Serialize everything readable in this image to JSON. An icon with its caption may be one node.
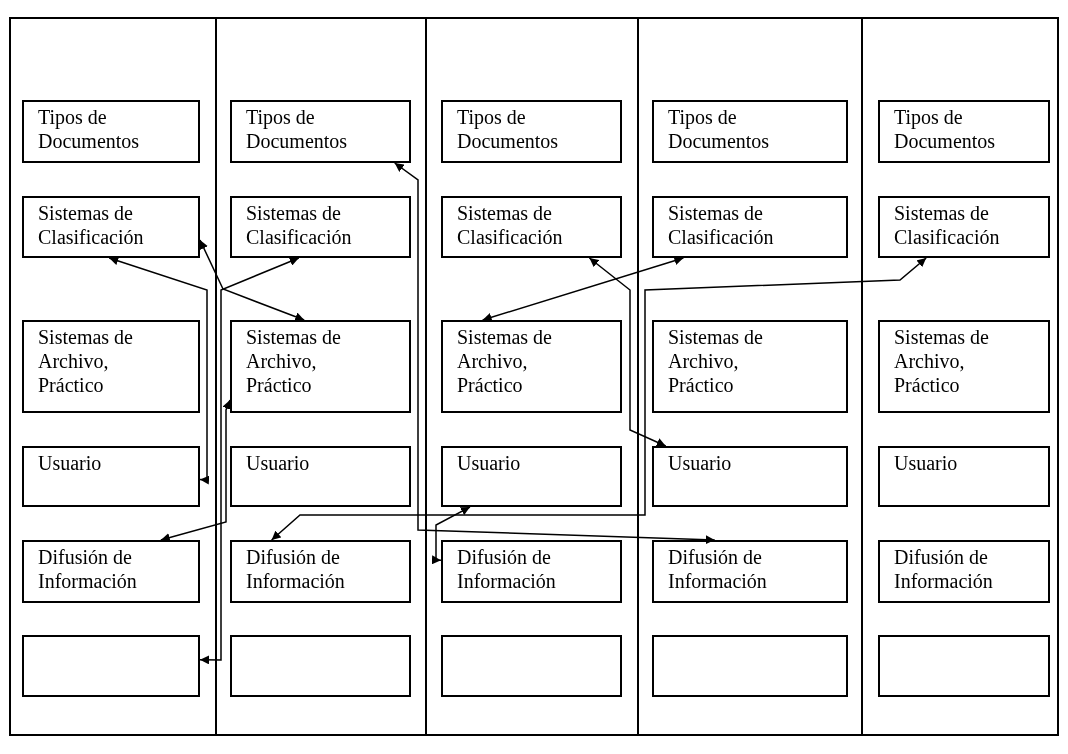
{
  "diagram": {
    "nodes": [
      {
        "text": [
          "Tipos de Documentos"
        ]
      },
      {
        "text": [
          "Sistemas de Clasificación"
        ]
      },
      {
        "text": [
          "Sistemas de Archivo, Práctico"
        ]
      },
      {
        "text": [
          "Usuario"
        ]
      },
      {
        "text": [
          "Difusión de Información"
        ]
      },
      {
        "text": [],
        "shape": "box"
      },
      {
        "text": [
          "Tipos de Documentos"
        ]
      },
      {
        "text": [
          "Sistemas de Clasificación"
        ]
      },
      {
        "text": [
          "Sistemas de Archivo, Práctico"
        ]
      },
      {
        "text": [
          "Usuario"
        ]
      },
      {
        "text": [
          "Difusión de Información"
        ]
      },
      {
        "text": [],
        "shape": "box"
      },
      {
        "text": [
          "Tipos de Documentos"
        ]
      },
      {
        "text": [
          "Sistemas de Clasificación"
        ]
      },
      {
        "text": [
          "Sistemas de Archivo, Práctico"
        ]
      },
      {
        "text": [
          "Usuario"
        ]
      },
      {
        "text": [
          "Difusión de Información"
        ]
      },
      {
        "text": [],
        "shape": "box"
      },
      {
        "text": [
          "Tipos de Documentos"
        ]
      },
      {
        "text": [
          "Sistemas de Clasificación"
        ]
      },
      {
        "text": [
          "Sistemas de Archivo, Práctico"
        ]
      },
      {
        "text": [
          "Usuario"
        ]
      },
      {
        "text": [
          "Difusión de Información"
        ]
      },
      {
        "text": [],
        "shape": "box"
      },
      {
        "text": [
          "Tipos de Documentos"
        ]
      },
      {
        "text": [
          "Sistemas de Clasificación"
        ]
      },
      {
        "text": [
          "Sistemas de Archivo, Práctico"
        ]
      },
      {
        "text": [
          "Usuario"
        ]
      },
      {
        "text": [
          "Difusión de Información"
        ]
      },
      {
        "text": [],
        "shape": "box"
      }
    ],
    "edges": [
      {
        "from": 1,
        "to": 8,
        "arrow": "both"
      },
      {
        "from": 1,
        "to": 3,
        "arrow": "both"
      },
      {
        "from": 8,
        "to": 4,
        "arrow": "both"
      },
      {
        "from": 7,
        "to": 5,
        "arrow": "both"
      },
      {
        "from": 6,
        "to": 22,
        "arrow": "both"
      },
      {
        "from": 14,
        "to": 19,
        "arrow": "both"
      },
      {
        "from": 13,
        "to": 21,
        "arrow": "both"
      },
      {
        "from": 10,
        "to": 25,
        "arrow": "both"
      },
      {
        "from": 15,
        "to": 16,
        "arrow": "both"
      }
    ]
  }
}
